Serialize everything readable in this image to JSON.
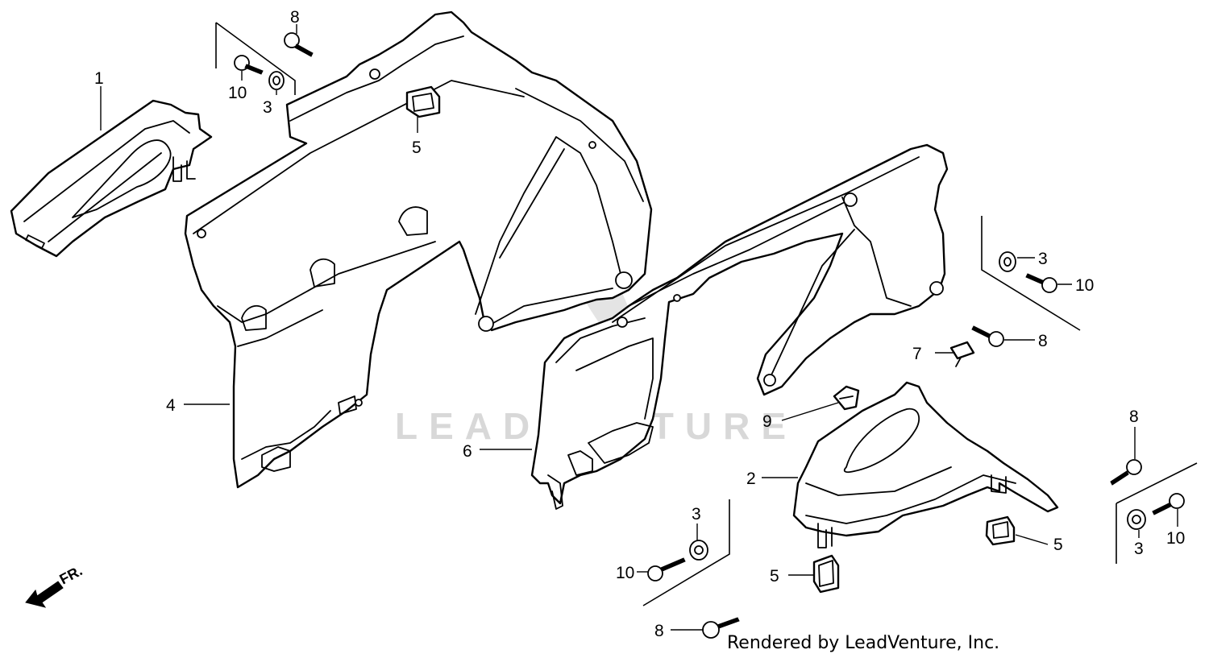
{
  "diagram": {
    "callouts": {
      "c1": "1",
      "c2": "2",
      "c3a": "3",
      "c3b": "3",
      "c3c": "3",
      "c3d": "3",
      "c4": "4",
      "c5a": "5",
      "c5b": "5",
      "c5c": "5",
      "c6": "6",
      "c7": "7",
      "c8a": "8",
      "c8b": "8",
      "c8c": "8",
      "c8d": "8",
      "c9": "9",
      "c10a": "10",
      "c10b": "10",
      "c10c": "10",
      "c10d": "10"
    },
    "front_indicator": "FR.",
    "watermark": "LEADVENTURE",
    "credit": "Rendered by LeadVenture, Inc."
  },
  "colors": {
    "line": "#000000",
    "background": "#ffffff",
    "watermark": "#d8d8d8"
  }
}
